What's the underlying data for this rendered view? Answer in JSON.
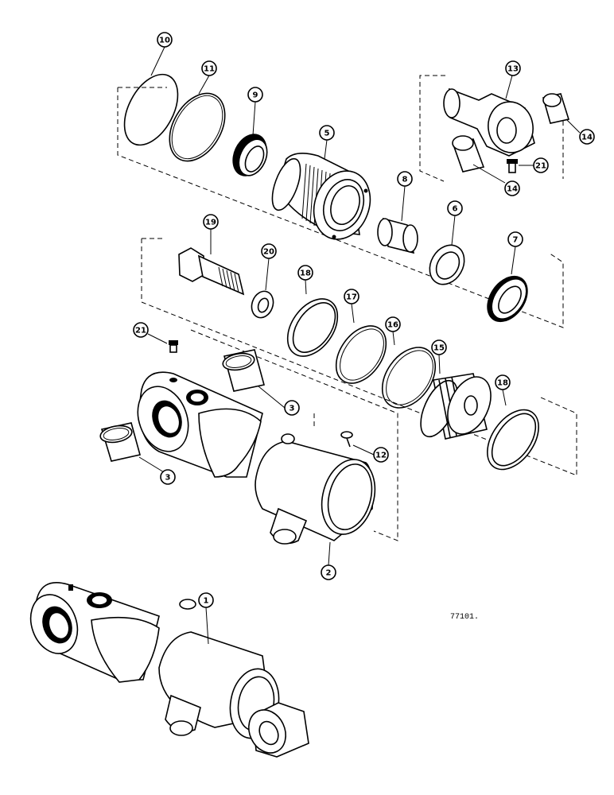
{
  "figure_id": "77101.",
  "callouts": {
    "c1": "1",
    "c2": "2",
    "c3a": "3",
    "c3b": "3",
    "c5": "5",
    "c6": "6",
    "c7": "7",
    "c8": "8",
    "c9": "9",
    "c10": "10",
    "c11": "11",
    "c12": "12",
    "c13": "13",
    "c14a": "14",
    "c14b": "14",
    "c15": "15",
    "c16": "16",
    "c17": "17",
    "c18a": "18",
    "c18b": "18",
    "c19": "19",
    "c20": "20",
    "c21a": "21",
    "c21b": "21"
  }
}
